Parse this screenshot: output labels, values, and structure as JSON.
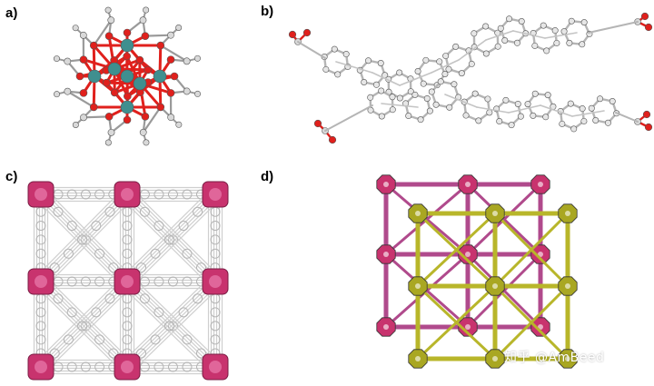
{
  "panels": {
    "a": {
      "label": "a)"
    },
    "b": {
      "label": "b)"
    },
    "c": {
      "label": "c)"
    },
    "d": {
      "label": "d)"
    }
  },
  "watermark": "知乎 @AmBeed",
  "colors": {
    "zirconium": "#3f8f8f",
    "oxygen": "#e0201c",
    "carbon": "#d9d9d9",
    "cluster_magenta": "#c8336e",
    "linker_magenta": "#b04a8c",
    "framework_olive": "#b8b62a",
    "framework_gray": "#cfcfcf"
  }
}
